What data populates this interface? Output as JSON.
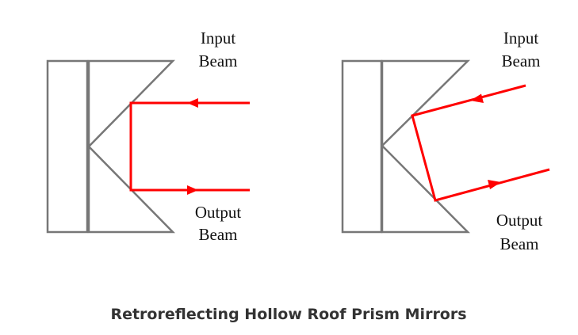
{
  "left_diagram": {
    "input_label_1": "Input",
    "input_label_2": "Beam",
    "output_label_1": "Output",
    "output_label_2": "Beam"
  },
  "right_diagram": {
    "input_label_1": "Input",
    "input_label_2": "Beam",
    "output_label_1": "Output",
    "output_label_2": "Beam"
  },
  "title": "Retroreflecting Hollow Roof Prism Mirrors",
  "colors": {
    "beam": "#ff0000",
    "frame": "#777777"
  }
}
